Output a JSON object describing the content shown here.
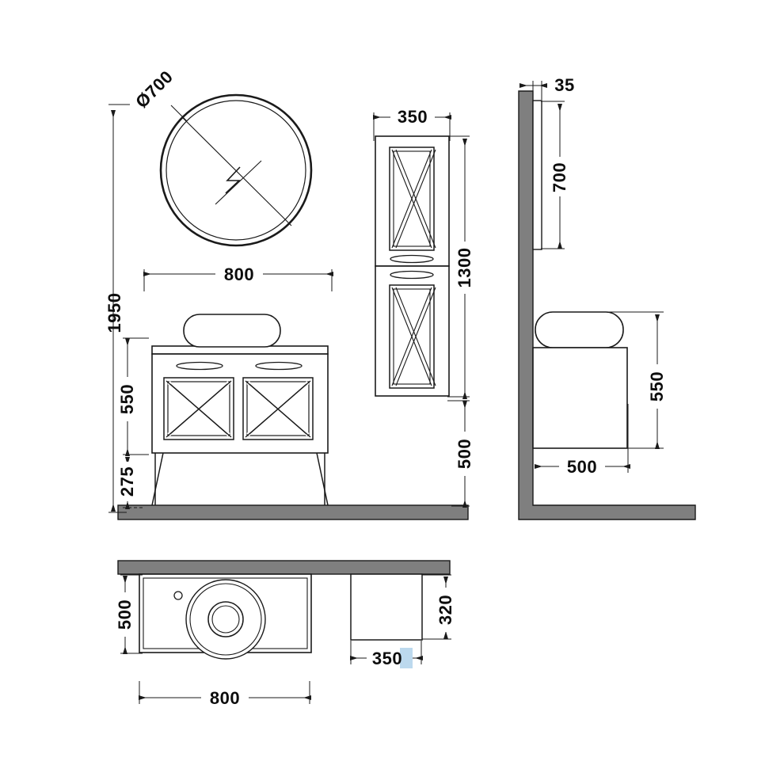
{
  "drawing": {
    "title": "Bathroom vanity unit technical drawing",
    "type": "orthographic-projection",
    "units": "mm",
    "line_color": "#1a1a1a",
    "wall_fill": "#7f7f7f",
    "highlight_color": "#bcd9ee"
  },
  "views": {
    "front": {
      "name": "front-elevation",
      "dimensions": {
        "overall_height": "1950",
        "vanity_width": "800",
        "cabinet_height": "550",
        "leg_height": "275",
        "mirror_diameter": "Ø700"
      }
    },
    "tall_unit": {
      "name": "tall-cabinet-elevation",
      "dimensions": {
        "width": "350",
        "height": "1300",
        "floor_clearance": "500"
      }
    },
    "side": {
      "name": "side-elevation",
      "dimensions": {
        "mirror_thickness": "35",
        "mirror_height": "700",
        "cabinet_height": "550",
        "cabinet_depth": "500"
      }
    },
    "plan": {
      "name": "plan-view",
      "dimensions": {
        "basin_depth": "500",
        "basin_width": "800",
        "cabinet_depth": "320",
        "cabinet_width": "350"
      }
    }
  },
  "labels": {
    "d1950": "1950",
    "d800_front": "800",
    "d550_front": "550",
    "d275": "275",
    "d700dia": "Ø700",
    "d350_tall": "350",
    "d1300": "1300",
    "d500_tall": "500",
    "d35": "35",
    "d700_side": "700",
    "d550_side": "550",
    "d500_side": "500",
    "d500_plan": "500",
    "d800_plan": "800",
    "d320": "320",
    "d350_plan": "350"
  }
}
